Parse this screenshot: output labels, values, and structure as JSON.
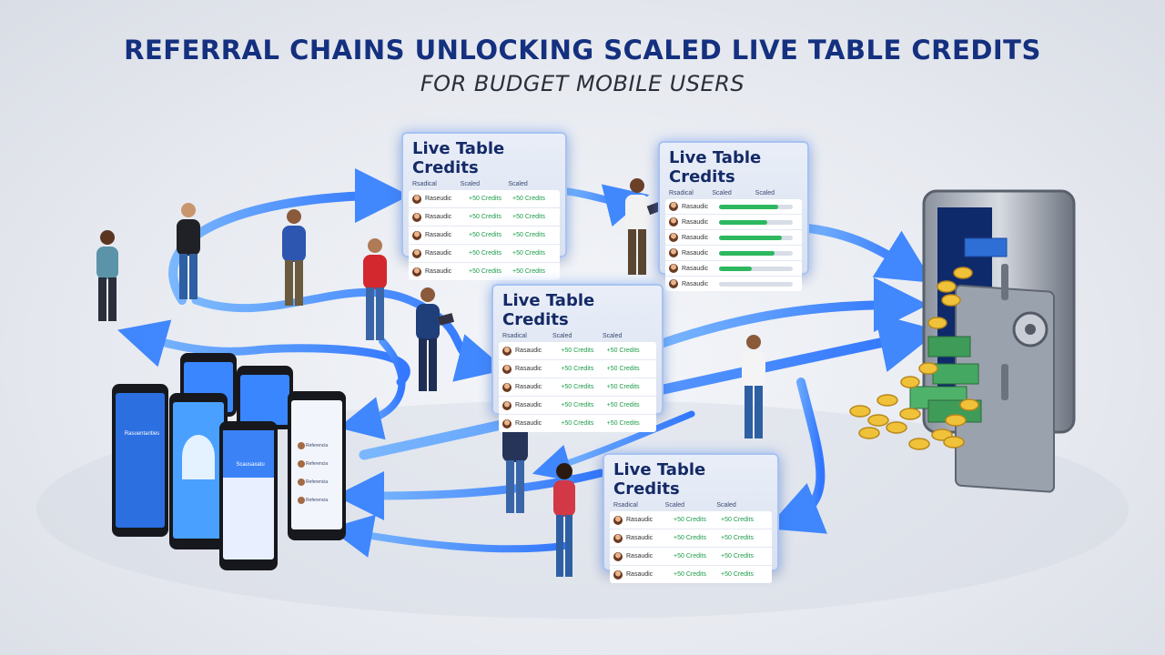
{
  "header": {
    "title": "REFERRAL CHAINS UNLOCKING SCALED LIVE TABLE CREDITS",
    "subtitle": "FOR BUDGET MOBILE USERS"
  },
  "panels": [
    {
      "title": "Live Table Credits",
      "cols": [
        "Rsadical",
        "Scaled",
        "Scaled"
      ],
      "rows": [
        [
          "Raseudic",
          "+50 Credits",
          "+50 Credits"
        ],
        [
          "Rasaudic",
          "+50 Credits",
          "+50 Credits"
        ],
        [
          "Rasaudic",
          "+50 Credits",
          "+50 Credits"
        ],
        [
          "Rasaudic",
          "+50 Credits",
          "+50 Credits"
        ],
        [
          "Rasaudic",
          "+50 Credits",
          "+50 Credits"
        ]
      ]
    },
    {
      "title": "Live Table Credits",
      "cols": [
        "Rsadical",
        "Scaled",
        "Scaled"
      ],
      "rows": [
        [
          "Rasaudic"
        ],
        [
          "Rasaudic"
        ],
        [
          "Rasaudic"
        ],
        [
          "Rasaudic"
        ],
        [
          "Rasaudic"
        ],
        [
          "Rasaudic"
        ]
      ],
      "progress": [
        0.8,
        0.65,
        0.85,
        0.75,
        0.45,
        0.0
      ]
    },
    {
      "title": "Live Table Credits",
      "cols": [
        "Rsadical",
        "Scaled",
        "Scaled"
      ],
      "rows": [
        [
          "Rasaudic",
          "+50 Credits",
          "+50 Credits"
        ],
        [
          "Rasaudic",
          "+50 Credits",
          "+50 Credits"
        ],
        [
          "Rasaudic",
          "+50 Credits",
          "+50 Credits"
        ],
        [
          "Rasaudic",
          "+50 Credits",
          "+50 Credits"
        ],
        [
          "Rasaudic",
          "+50 Credits",
          "+50 Credits"
        ]
      ]
    },
    {
      "title": "Live Table Credits",
      "cols": [
        "Rsadical",
        "Scaled",
        "Scaled"
      ],
      "rows": [
        [
          "Rasaudic",
          "+50 Credits",
          "+50 Credits"
        ],
        [
          "Rasaudic",
          "+50 Credits",
          "+50 Credits"
        ],
        [
          "Rasaudic",
          "+50 Credits",
          "+50 Credits"
        ],
        [
          "Rasaudic",
          "+50 Credits",
          "+50 Credits"
        ]
      ]
    }
  ],
  "phones": {
    "screen1": "Rasuentarities",
    "screen2": "Scausaxatu",
    "screen3_items": [
      "Referencia",
      "Referencia",
      "Referencia",
      "Referencia"
    ]
  },
  "colors": {
    "arrow": "#2f7dff",
    "title": "#14307f",
    "credit": "#1c9b4a",
    "progress": "#2db860"
  },
  "icons": [
    "person-figure",
    "smartphone",
    "vault-safe",
    "gold-coin",
    "cash-stack",
    "flow-arrow"
  ]
}
